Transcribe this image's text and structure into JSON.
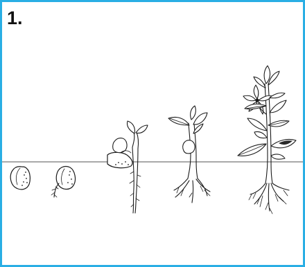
{
  "step_label": "1.",
  "colors": {
    "frame_border": "#29aee4",
    "ink": "#1a1a1a",
    "background": "#ffffff"
  },
  "stages": [
    {
      "name": "seed"
    },
    {
      "name": "germinating-seed"
    },
    {
      "name": "seedling-emerging"
    },
    {
      "name": "young-seedling"
    },
    {
      "name": "mature-flowering-plant"
    }
  ]
}
